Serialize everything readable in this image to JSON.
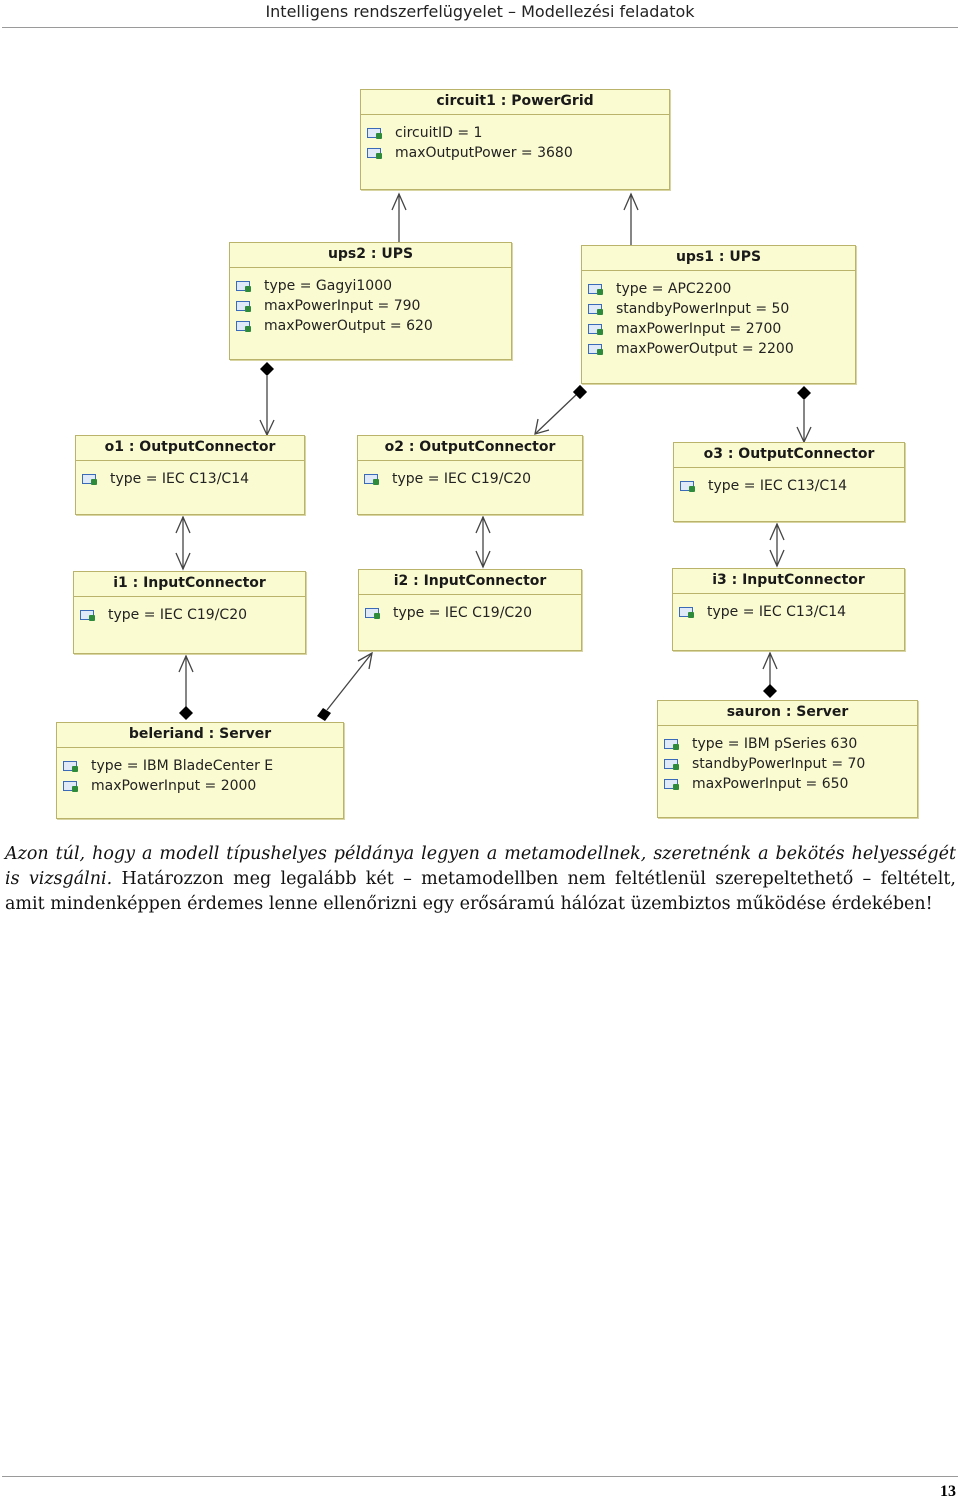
{
  "header": {
    "title": "Intelligens rendszerfelügyelet – Modellezési feladatok"
  },
  "diagram": {
    "circuit1": {
      "title": "circuit1 : PowerGrid",
      "attrs": [
        "circuitID = 1",
        "maxOutputPower = 3680"
      ]
    },
    "ups2": {
      "title": "ups2 : UPS",
      "attrs": [
        "type = Gagyi1000",
        "maxPowerInput = 790",
        "maxPowerOutput = 620"
      ]
    },
    "ups1": {
      "title": "ups1 : UPS",
      "attrs": [
        "type = APC2200",
        "standbyPowerInput = 50",
        "maxPowerInput = 2700",
        "maxPowerOutput = 2200"
      ]
    },
    "o1": {
      "title": "o1 : OutputConnector",
      "attrs": [
        "type = IEC C13/C14"
      ]
    },
    "o2": {
      "title": "o2 : OutputConnector",
      "attrs": [
        "type = IEC C19/C20"
      ]
    },
    "o3": {
      "title": "o3 : OutputConnector",
      "attrs": [
        "type = IEC C13/C14"
      ]
    },
    "i1": {
      "title": "i1 : InputConnector",
      "attrs": [
        "type = IEC C19/C20"
      ]
    },
    "i2": {
      "title": "i2 : InputConnector",
      "attrs": [
        "type = IEC C19/C20"
      ]
    },
    "i3": {
      "title": "i3 : InputConnector",
      "attrs": [
        "type = IEC C13/C14"
      ]
    },
    "beleriand": {
      "title": "beleriand : Server",
      "attrs": [
        "type = IBM BladeCenter E",
        "maxPowerInput = 2000"
      ]
    },
    "sauron": {
      "title": "sauron : Server",
      "attrs": [
        "type = IBM pSeries 630",
        "standbyPowerInput = 70",
        "maxPowerInput = 650"
      ]
    }
  },
  "text": {
    "part1": "Azon túl, hogy a modell típushelyes példánya legyen a metamodellnek, szeretnénk a bekötés helyességét is vizsgálni.",
    "part2": " Határozzon meg legalább két – metamodellben nem feltétlenül szerepeltethető – feltételt, amit mindenképpen érdemes lenne ellenőrizni egy erősáramú hálózat üzembiztos működése érdekében!"
  },
  "footer": {
    "page_number": "13"
  }
}
